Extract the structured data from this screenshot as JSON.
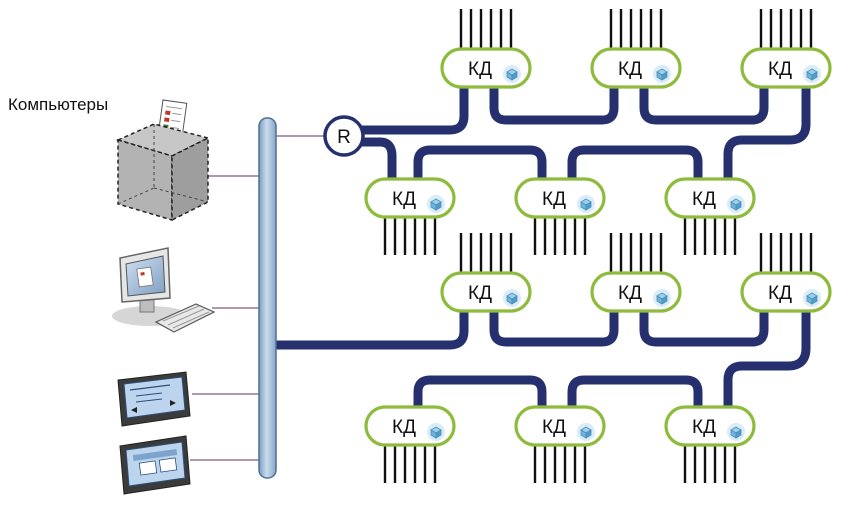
{
  "title": "Компьютеры",
  "router_label": "R",
  "node_label": "КД",
  "colors": {
    "bus_fill": "#a9c4de",
    "bus_stroke": "#4f6f93",
    "wire": "#26306f",
    "node_border": "#8dbb3c",
    "node_fill": "#ffffff",
    "pins": "#111111",
    "thin_line": "#7d5a7a"
  },
  "devices": [
    {
      "name": "server-box-icon"
    },
    {
      "name": "workstation-icon"
    },
    {
      "name": "tablet-terminal-icon"
    },
    {
      "name": "panel-terminal-icon"
    }
  ],
  "nodes": [
    {
      "id": "n1",
      "label": "КД"
    },
    {
      "id": "n2",
      "label": "КД"
    },
    {
      "id": "n3",
      "label": "КД"
    },
    {
      "id": "n4",
      "label": "КД"
    },
    {
      "id": "n5",
      "label": "КД"
    },
    {
      "id": "n6",
      "label": "КД"
    },
    {
      "id": "n7",
      "label": "КД"
    },
    {
      "id": "n8",
      "label": "КД"
    },
    {
      "id": "n9",
      "label": "КД"
    },
    {
      "id": "n10",
      "label": "КД"
    },
    {
      "id": "n11",
      "label": "КД"
    },
    {
      "id": "n12",
      "label": "КД"
    }
  ]
}
